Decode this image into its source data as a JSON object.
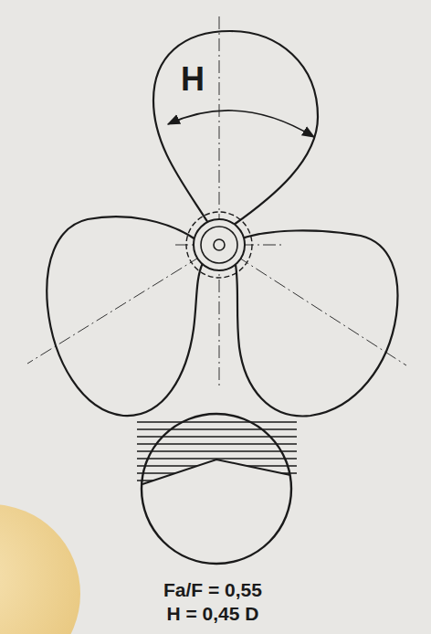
{
  "diagram": {
    "labels": [
      "H",
      "Fa/F = 0,55",
      "H = 0,45 D"
    ]
  }
}
